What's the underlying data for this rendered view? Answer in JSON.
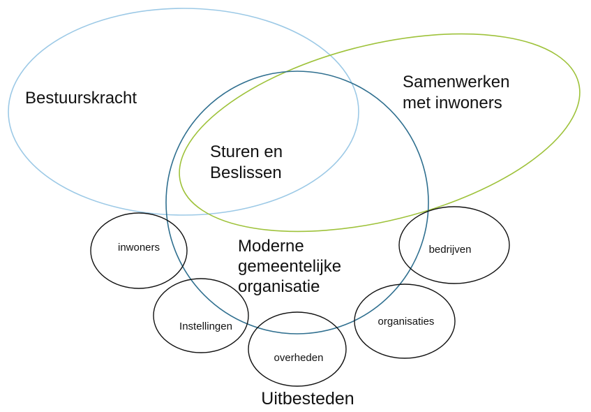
{
  "colors": {
    "bestuurskracht": "#9cc9e6",
    "samenwerken": "#9ec23a",
    "organisatie": "#2f6f8f",
    "partners": "#111111",
    "text": "#111111"
  },
  "labels": {
    "bestuurskracht": "Bestuurskracht",
    "samenwerken_line1": "Samenwerken",
    "samenwerken_line2": "met inwoners",
    "sturen_line1": "Sturen en",
    "sturen_line2": "Beslissen",
    "organisatie_line1": "Moderne",
    "organisatie_line2": "gemeentelijke",
    "organisatie_line3": "organisatie",
    "uitbesteden": "Uitbesteden"
  },
  "partners": [
    "inwoners",
    "Instellingen",
    "overheden",
    "organisaties",
    "bedrijven"
  ]
}
